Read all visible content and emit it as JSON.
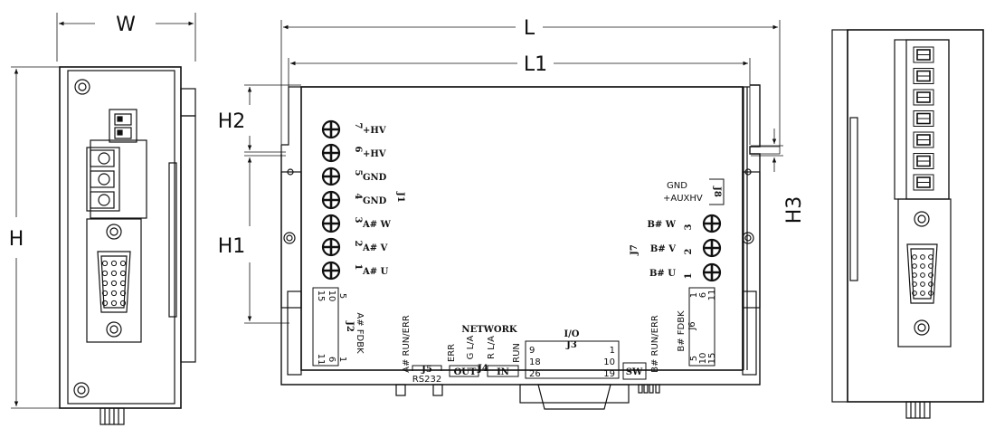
{
  "dimensions": {
    "W": "W",
    "H": "H",
    "L": "L",
    "L1": "L1",
    "H1": "H1",
    "H2": "H2",
    "H3": "H3"
  },
  "front": {
    "j1": "J1",
    "j1_pins": [
      {
        "num": "7",
        "name": "+HV"
      },
      {
        "num": "6",
        "name": "+HV"
      },
      {
        "num": "5",
        "name": "GND"
      },
      {
        "num": "4",
        "name": "GND"
      },
      {
        "num": "3",
        "name": "A# W"
      },
      {
        "num": "2",
        "name": "A# V"
      },
      {
        "num": "1",
        "name": "A# U"
      }
    ],
    "j7": "J7",
    "j7_pins": [
      {
        "num": "3",
        "name": "B# W"
      },
      {
        "num": "2",
        "name": "B# V"
      },
      {
        "num": "1",
        "name": "B# U"
      }
    ],
    "j8": "J8",
    "j8_gnd": "GND",
    "j8_auxhv": "+AUXHV",
    "j2": "J2",
    "j2_label": "A# FDBK",
    "j2_pins_top": [
      "15",
      "10",
      "5"
    ],
    "j2_pins_bottom": [
      "11",
      "6",
      "1"
    ],
    "j6": "J6",
    "j6_label": "B# FDBK",
    "j6_pins_top": [
      "1",
      "6",
      "11"
    ],
    "j6_pins_bottom": [
      "5",
      "10",
      "15"
    ],
    "a_run_err": "A# RUN/ERR",
    "b_run_err": "B# RUN/ERR",
    "j5": "J5",
    "rs232": "RS232",
    "network": "NETWORK",
    "j4": "J4",
    "err": "ERR",
    "g_la": "G L/A",
    "r_la": "R L/A",
    "run": "RUN",
    "out": "OUT",
    "in": "IN",
    "io": "I/O",
    "j3": "J3",
    "j3_pins": [
      "9",
      "1",
      "18",
      "10",
      "26",
      "19"
    ],
    "sw": "SW"
  }
}
